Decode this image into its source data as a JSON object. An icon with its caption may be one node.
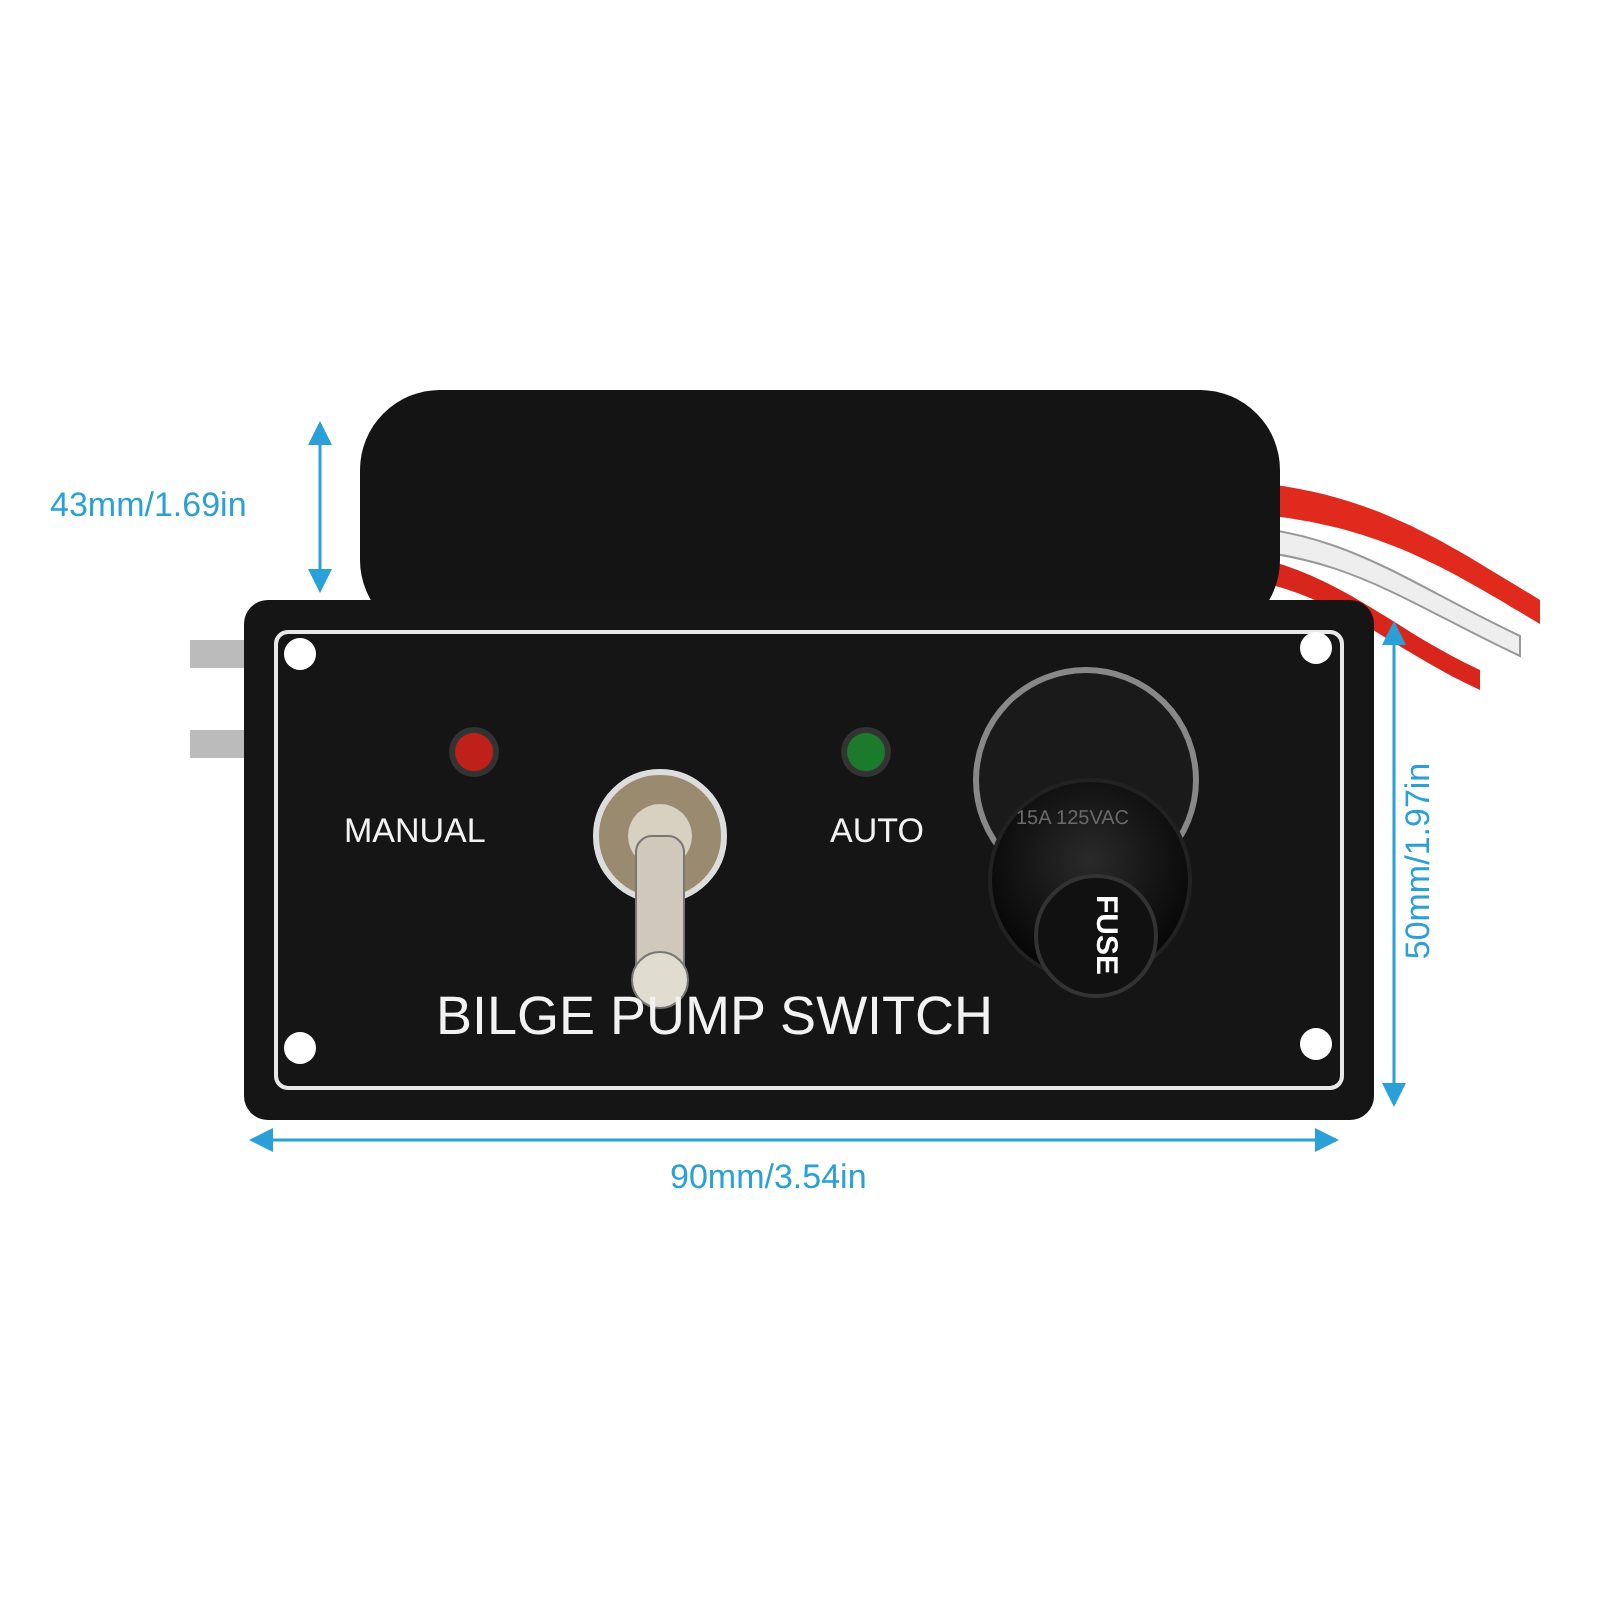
{
  "diagram": {
    "labels": [
      "43mm/1.69in",
      "MANUAL",
      "AUTO",
      "15A 125VAC",
      "FUSE",
      "BILGE PUMP SWITCH",
      "50mm/1.97in",
      "90mm/3.54in"
    ]
  }
}
